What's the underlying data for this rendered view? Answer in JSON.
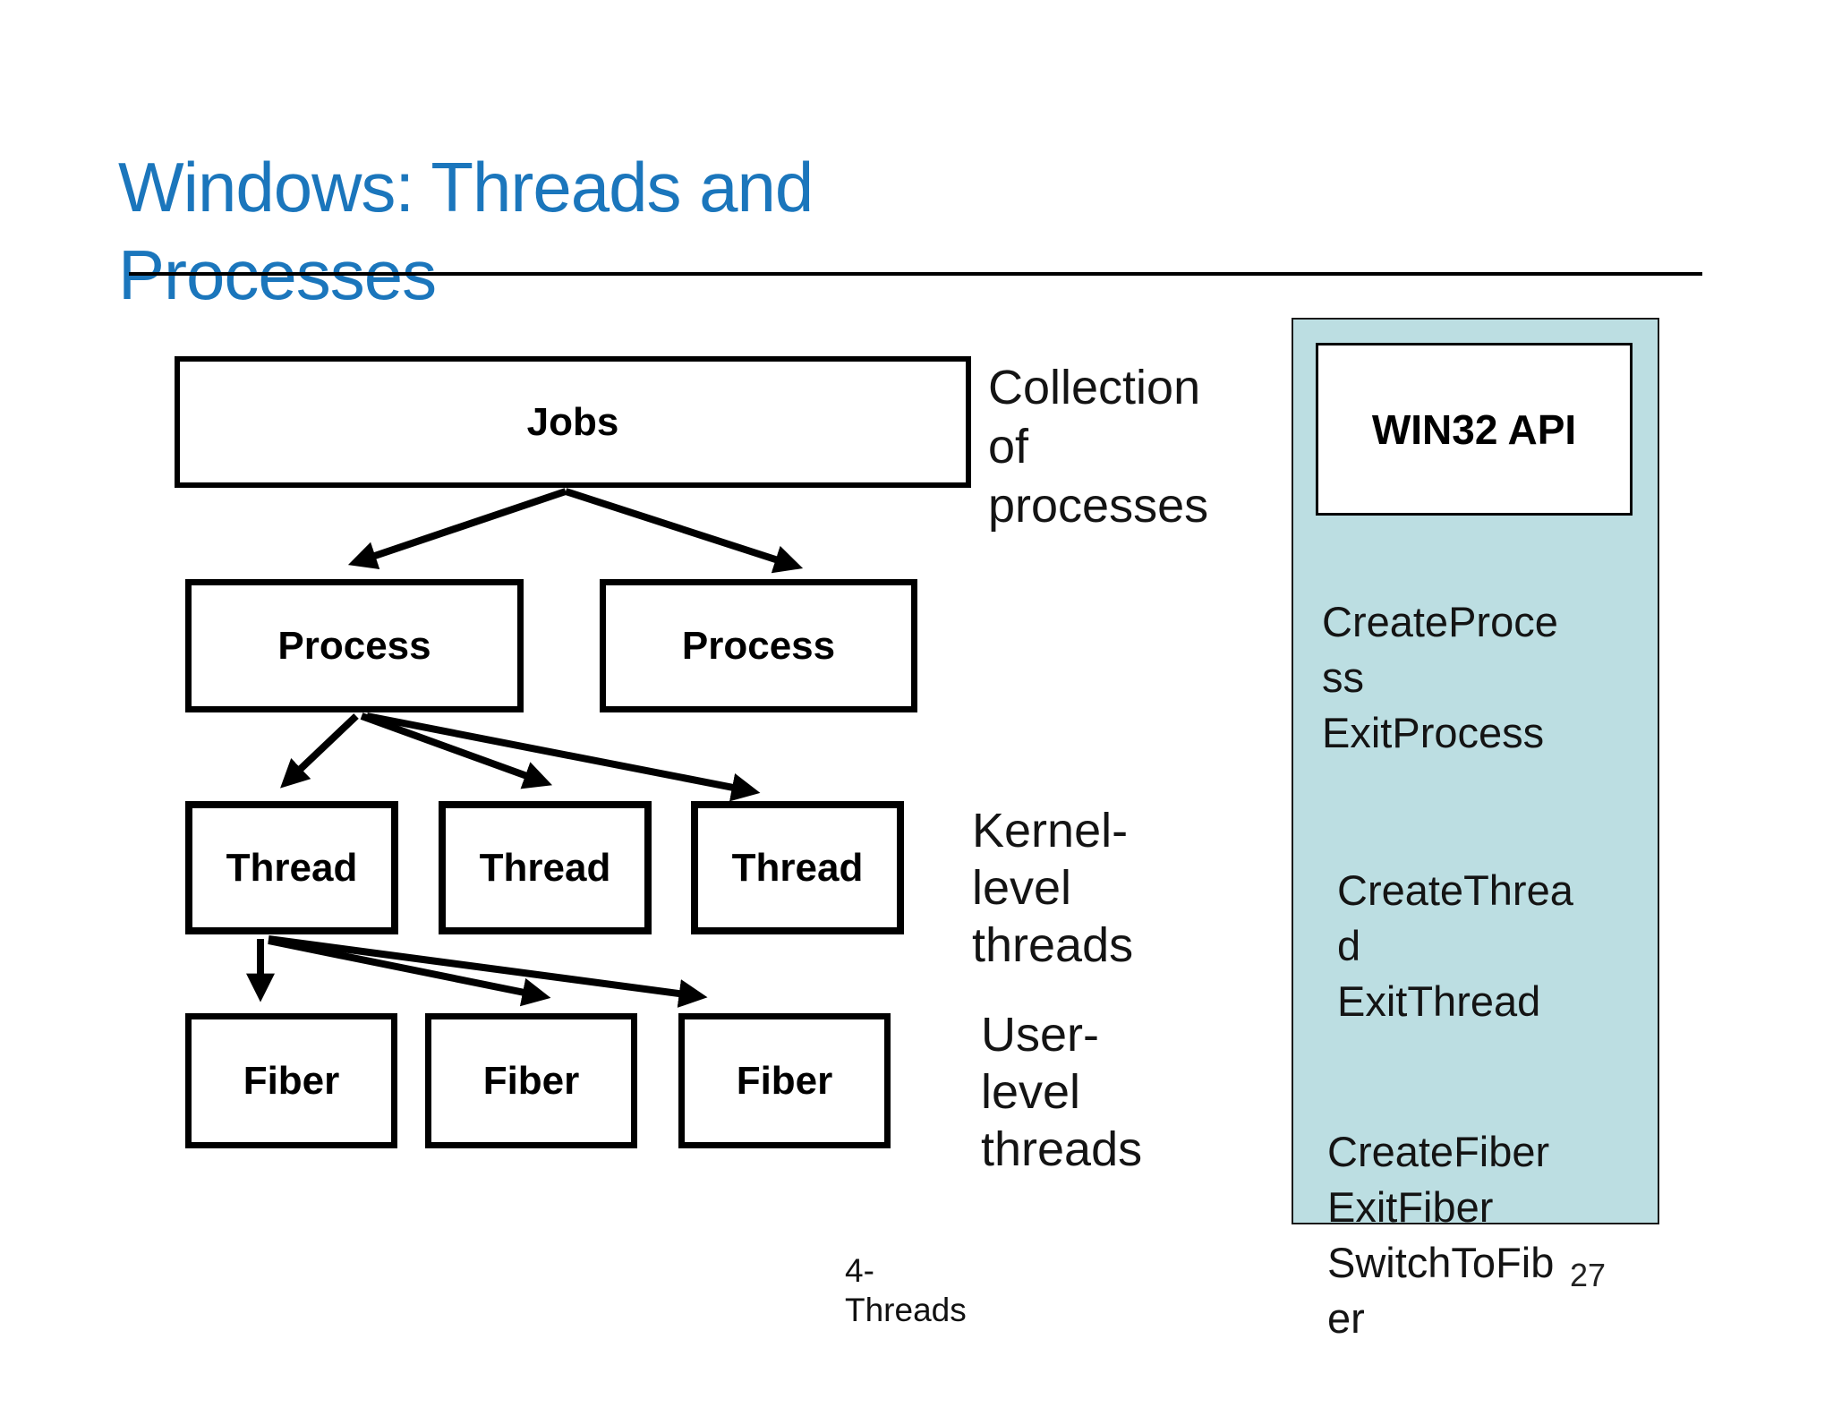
{
  "title": {
    "text": "Windows: Threads and\nProcesses"
  },
  "diagram": {
    "jobs_label": "Jobs",
    "process_labels": [
      "Process",
      "Process"
    ],
    "thread_labels": [
      "Thread",
      "Thread",
      "Thread"
    ],
    "fiber_labels": [
      "Fiber",
      "Fiber",
      "Fiber"
    ],
    "annotations": {
      "jobs": "Collection\nof\nprocesses",
      "threads": "Kernel-\nlevel\nthreads",
      "fibers": "User-\nlevel\nthreads"
    }
  },
  "panel": {
    "title": "WIN32 API",
    "process_functions": "CreateProce\nss\nExitProcess",
    "thread_functions": "CreateThrea\nd\nExitThread",
    "fiber_functions": "CreateFiber\nExitFiber\nSwitchToFib\ner"
  },
  "footer": {
    "lesson": "4-\nThreads",
    "page": "27"
  },
  "colors": {
    "title_blue": "#1B76BC",
    "panel_teal": "#BCDEE2",
    "ink": "#000000"
  }
}
